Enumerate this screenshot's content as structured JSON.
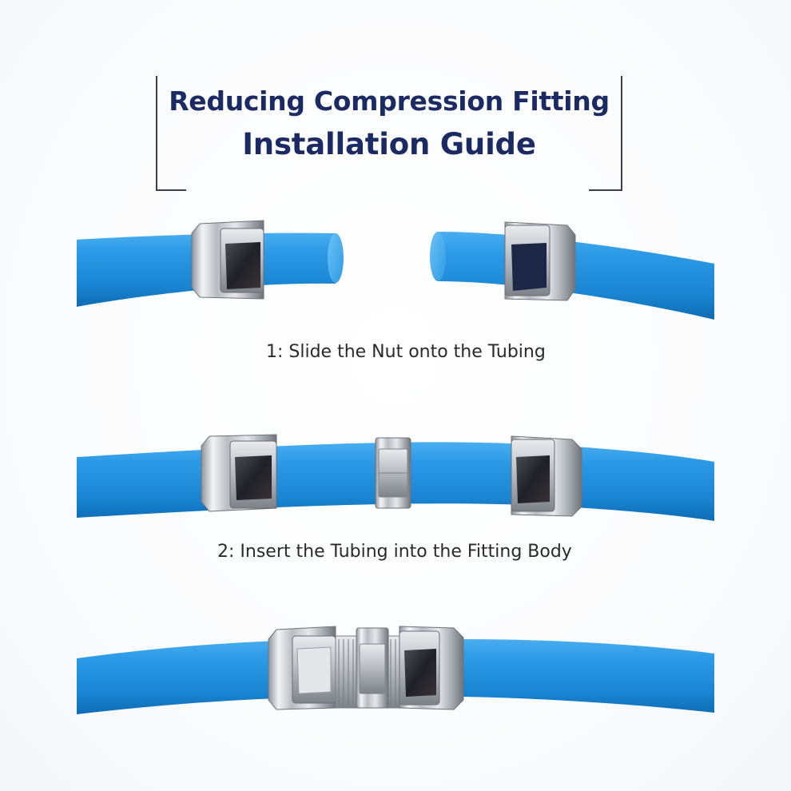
{
  "title": {
    "line1": "Reducing Compression Fitting",
    "line2": "Installation Guide"
  },
  "steps": [
    {
      "label": "1: Slide the Nut onto the Tubing"
    },
    {
      "label": "2: Insert the Tubing into the Fitting Body"
    }
  ],
  "colors": {
    "tubing": "#1e8fdb",
    "tubing_dark": "#0f6fb6",
    "title": "#1b2a63",
    "metal": "#c9ccd1"
  }
}
